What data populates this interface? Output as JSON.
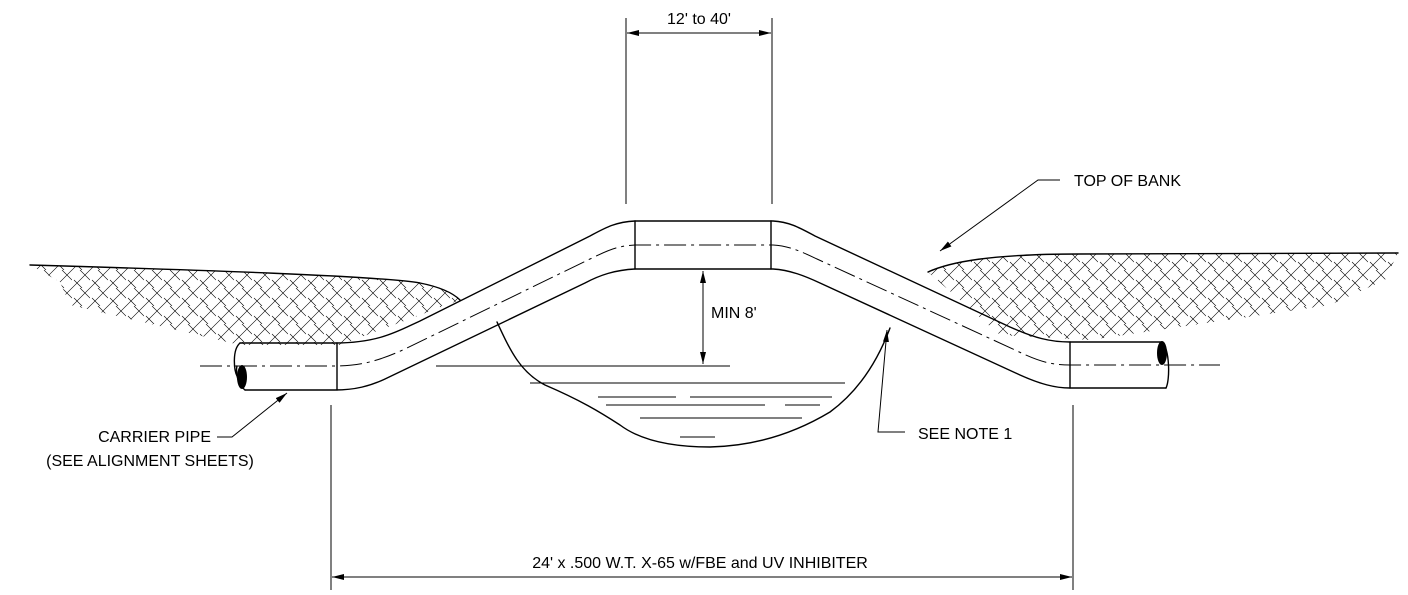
{
  "diagram": {
    "dimension_top": "12' to 40'",
    "dimension_depth": "MIN 8'",
    "dimension_bottom": "24' x .500 W.T. X-65 w/FBE and UV INHIBITER",
    "callout_top_of_bank": "TOP OF BANK",
    "callout_see_note": "SEE NOTE 1",
    "callout_carrier_pipe": [
      "CARRIER PIPE",
      "(SEE ALIGNMENT SHEETS)"
    ]
  }
}
